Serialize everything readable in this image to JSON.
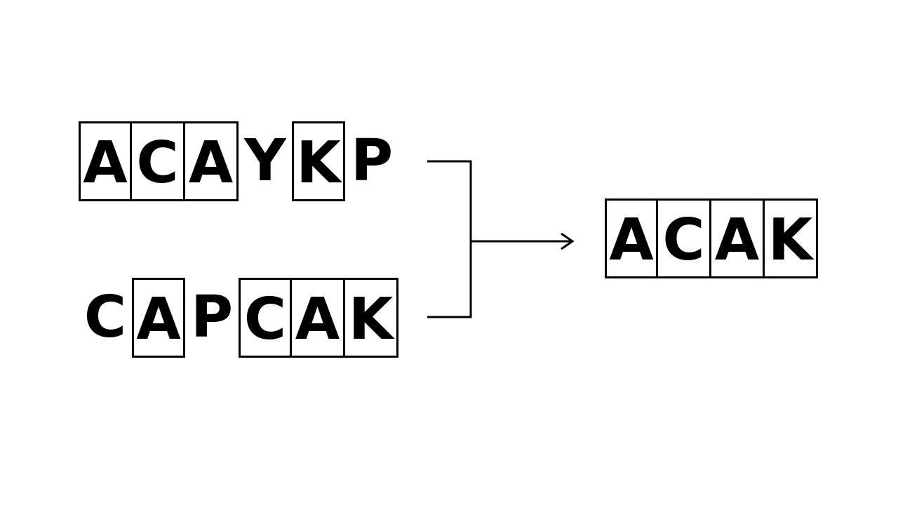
{
  "sequences": {
    "top": [
      {
        "letter": "A",
        "boxed": true
      },
      {
        "letter": "C",
        "boxed": true
      },
      {
        "letter": "A",
        "boxed": true
      },
      {
        "letter": "Y",
        "boxed": false
      },
      {
        "letter": "K",
        "boxed": true
      },
      {
        "letter": "P",
        "boxed": false
      }
    ],
    "bottom": [
      {
        "letter": "C",
        "boxed": false
      },
      {
        "letter": "A",
        "boxed": true
      },
      {
        "letter": "P",
        "boxed": false
      },
      {
        "letter": "C",
        "boxed": true
      },
      {
        "letter": "A",
        "boxed": true
      },
      {
        "letter": "K",
        "boxed": true
      }
    ],
    "result": [
      {
        "letter": "A",
        "boxed": true
      },
      {
        "letter": "C",
        "boxed": true
      },
      {
        "letter": "A",
        "boxed": true
      },
      {
        "letter": "K",
        "boxed": true
      }
    ]
  },
  "colors": {
    "stroke": "#000000",
    "text": "#000000",
    "background": "#ffffff"
  }
}
